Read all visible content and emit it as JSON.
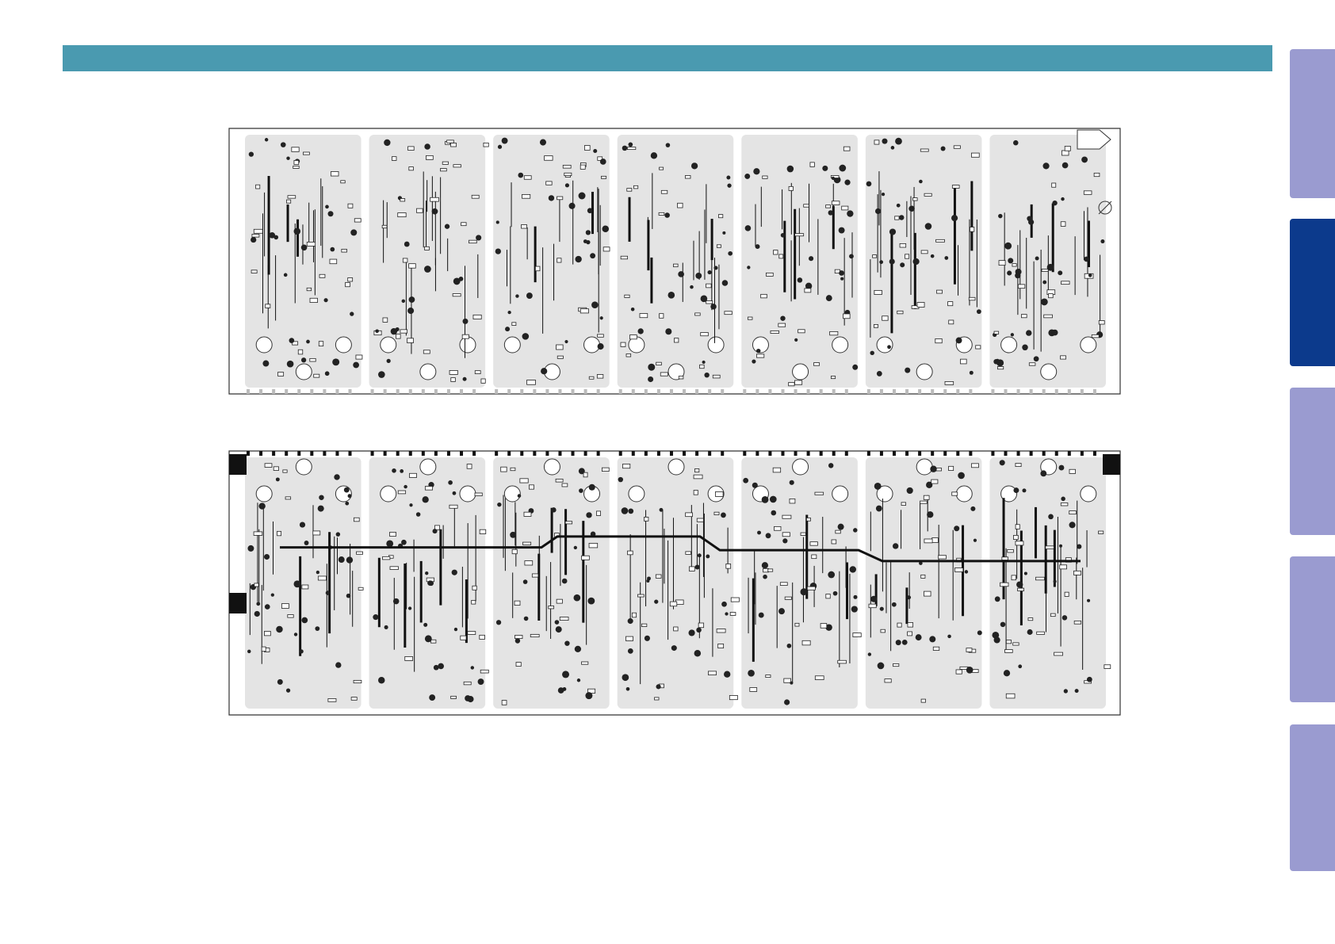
{
  "header": {
    "color": "#4a9ab0"
  },
  "side_tabs": [
    {
      "active": false,
      "color": "#9a9bd0"
    },
    {
      "active": true,
      "color": "#0c3a8c"
    },
    {
      "active": false,
      "color": "#9a9bd0"
    },
    {
      "active": false,
      "color": "#9a9bd0"
    },
    {
      "active": false,
      "color": "#9a9bd0"
    }
  ],
  "boards": [
    {
      "side": "component",
      "channels": 7
    },
    {
      "side": "foil",
      "channels": 7
    }
  ]
}
